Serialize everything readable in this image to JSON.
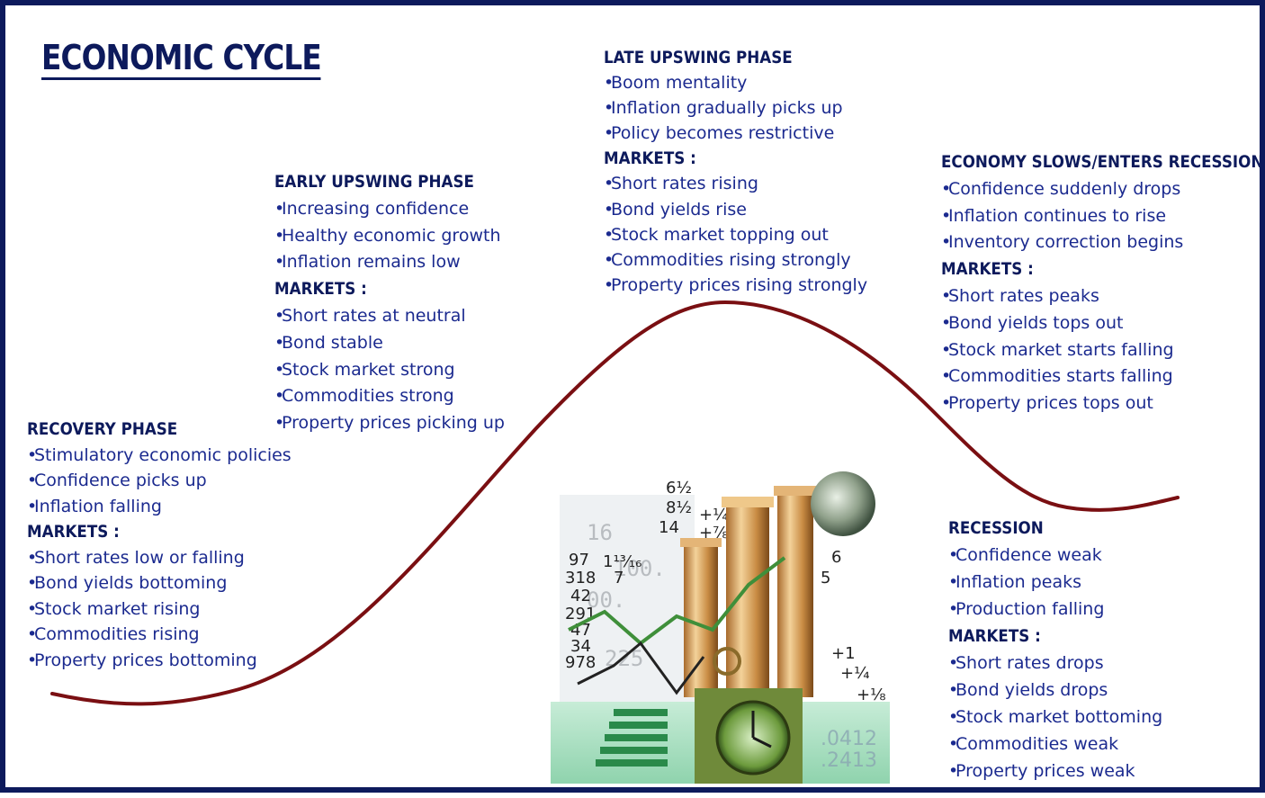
{
  "title": "ECONOMIC CYCLE",
  "colors": {
    "frame": "#0d1a5c",
    "text": "#1b2a8f",
    "heading": "#0d1a5c",
    "curve": "#7a0f12"
  },
  "phases": {
    "recovery": {
      "heading": "RECOVERY PHASE",
      "economy": [
        "Stimulatory economic policies",
        "Confidence picks up",
        "Inflation falling"
      ],
      "markets_heading": "MARKETS :",
      "markets": [
        "Short rates low or falling",
        "Bond yields bottoming",
        "Stock market rising",
        "Commodities rising",
        "Property prices bottoming"
      ]
    },
    "early": {
      "heading": "EARLY UPSWING PHASE",
      "economy": [
        "Increasing confidence",
        "Healthy economic growth",
        "Inflation remains low"
      ],
      "markets_heading": "MARKETS :",
      "markets": [
        "Short rates at neutral",
        "Bond stable",
        "Stock market strong",
        "Commodities strong",
        "Property prices picking up"
      ]
    },
    "late": {
      "heading": "LATE UPSWING PHASE",
      "economy": [
        "Boom mentality",
        "Inflation gradually picks up",
        "Policy becomes restrictive"
      ],
      "markets_heading": "MARKETS :",
      "markets": [
        "Short rates rising",
        "Bond yields rise",
        "Stock market topping out",
        "Commodities rising strongly",
        "Property prices rising strongly"
      ]
    },
    "slows": {
      "heading": "ECONOMY SLOWS/ENTERS RECESSION",
      "economy": [
        "Confidence suddenly drops",
        "Inflation continues to rise",
        "Inventory correction begins"
      ],
      "markets_heading": "MARKETS :",
      "markets": [
        "Short rates peaks",
        "Bond yields tops out",
        "Stock market starts falling",
        "Commodities starts falling",
        "Property prices tops out"
      ]
    },
    "recession": {
      "heading": "RECESSION",
      "economy": [
        "Confidence weak",
        "Inflation peaks",
        "Production falling"
      ],
      "markets_heading": "MARKETS :",
      "markets": [
        "Short rates drops",
        "Bond yields drops",
        "Stock market bottoming",
        "Commodities weak",
        "Property prices weak"
      ]
    }
  },
  "illustration": {
    "numbers": [
      "16",
      "6½",
      "8½",
      "14",
      "+¼",
      "+⅞",
      "97",
      "318",
      "42",
      "291",
      "47",
      "34",
      "978",
      "1¹³⁄₁₆",
      "7",
      "6",
      "5",
      "+1",
      "+¼",
      "+⅛",
      ".0412",
      ".2413"
    ]
  }
}
